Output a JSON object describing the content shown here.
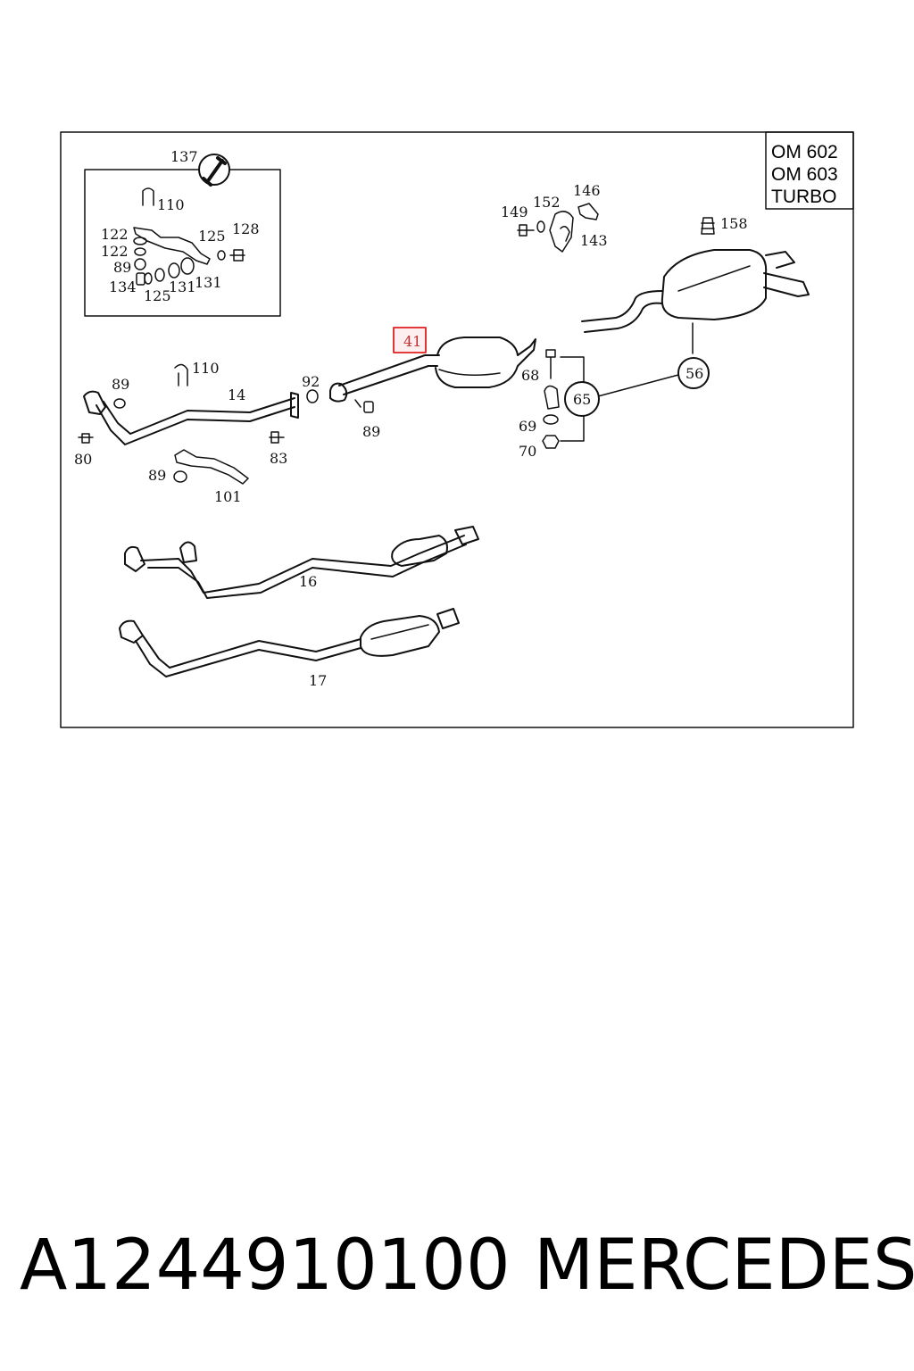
{
  "diagram": {
    "model_lines": [
      "OM 602",
      "OM 603",
      "TURBO"
    ],
    "highlighted_callout": "41",
    "callouts": {
      "c137": "137",
      "c110a": "110",
      "c122a": "122",
      "c122b": "122",
      "c125a": "125",
      "c128": "128",
      "c89a": "89",
      "c134": "134",
      "c125b": "125",
      "c131a": "131",
      "c131b": "131",
      "c149": "149",
      "c152": "152",
      "c146": "146",
      "c143": "143",
      "c158": "158",
      "c89b": "89",
      "c110b": "110",
      "c14": "14",
      "c92": "92",
      "c89c": "89",
      "c68": "68",
      "c65": "65",
      "c56": "56",
      "c69": "69",
      "c70": "70",
      "c80": "80",
      "c83": "83",
      "c89d": "89",
      "c101": "101",
      "c16": "16",
      "c17": "17"
    },
    "colors": {
      "highlight": "#e02020",
      "highlight_fill": "#fbe5e5",
      "line": "#111111"
    }
  },
  "caption": {
    "part_number": "A1244910100",
    "brand": "MERCEDES"
  }
}
